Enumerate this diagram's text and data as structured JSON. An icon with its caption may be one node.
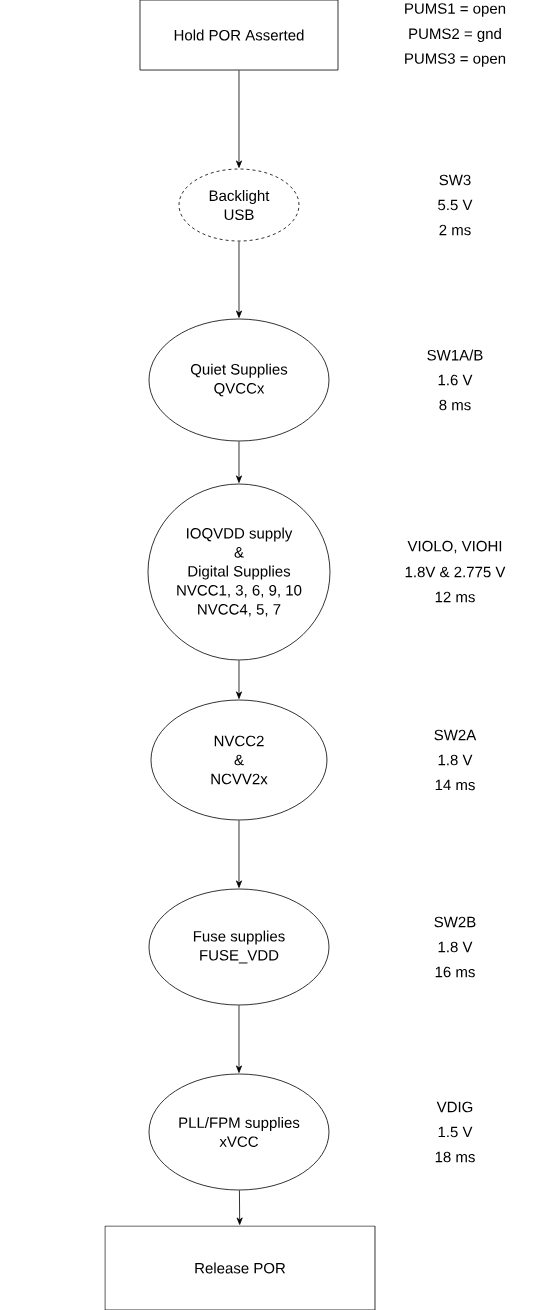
{
  "diagram": {
    "nodes": [
      {
        "text": [
          "Hold POR Asserted"
        ],
        "beside": [
          "PUMS1 = open",
          "PUMS2 = gnd",
          "PUMS3 = open"
        ]
      },
      {
        "text": [
          "Backlight",
          "USB"
        ],
        "beside": [
          "SW3",
          "5.5 V",
          "2 ms"
        ]
      },
      {
        "text": [
          "Quiet Supplies",
          "QVCCx"
        ],
        "beside": [
          "SW1A/B",
          "1.6 V",
          "8 ms"
        ]
      },
      {
        "text": [
          "IOQVDD supply",
          "&",
          "Digital Supplies",
          "NVCC1, 3, 6, 9, 10",
          "NVCC4, 5, 7"
        ],
        "beside": [
          "VIOLO, VIOHI",
          "1.8V & 2.775 V",
          "12 ms"
        ]
      },
      {
        "text": [
          "NVCC2",
          "&",
          "NCVV2x"
        ],
        "beside": [
          "SW2A",
          "1.8 V",
          "14 ms"
        ]
      },
      {
        "text": [
          "Fuse supplies",
          "FUSE_VDD"
        ],
        "beside": [
          "SW2B",
          "1.8 V",
          "16 ms"
        ]
      },
      {
        "text": [
          "PLL/FPM supplies",
          "xVCC"
        ],
        "beside": [
          "VDIG",
          "1.5 V",
          "18 ms"
        ]
      },
      {
        "text": [
          "Release POR"
        ]
      }
    ],
    "edges": [
      {
        "from": 0,
        "to": 1,
        "arrow": "to"
      },
      {
        "from": 1,
        "to": 2,
        "arrow": "to"
      },
      {
        "from": 2,
        "to": 3,
        "arrow": "to"
      },
      {
        "from": 3,
        "to": 4,
        "arrow": "to"
      },
      {
        "from": 4,
        "to": 5,
        "arrow": "to"
      },
      {
        "from": 5,
        "to": 6,
        "arrow": "to"
      },
      {
        "from": 6,
        "to": 7,
        "arrow": "to"
      }
    ]
  }
}
